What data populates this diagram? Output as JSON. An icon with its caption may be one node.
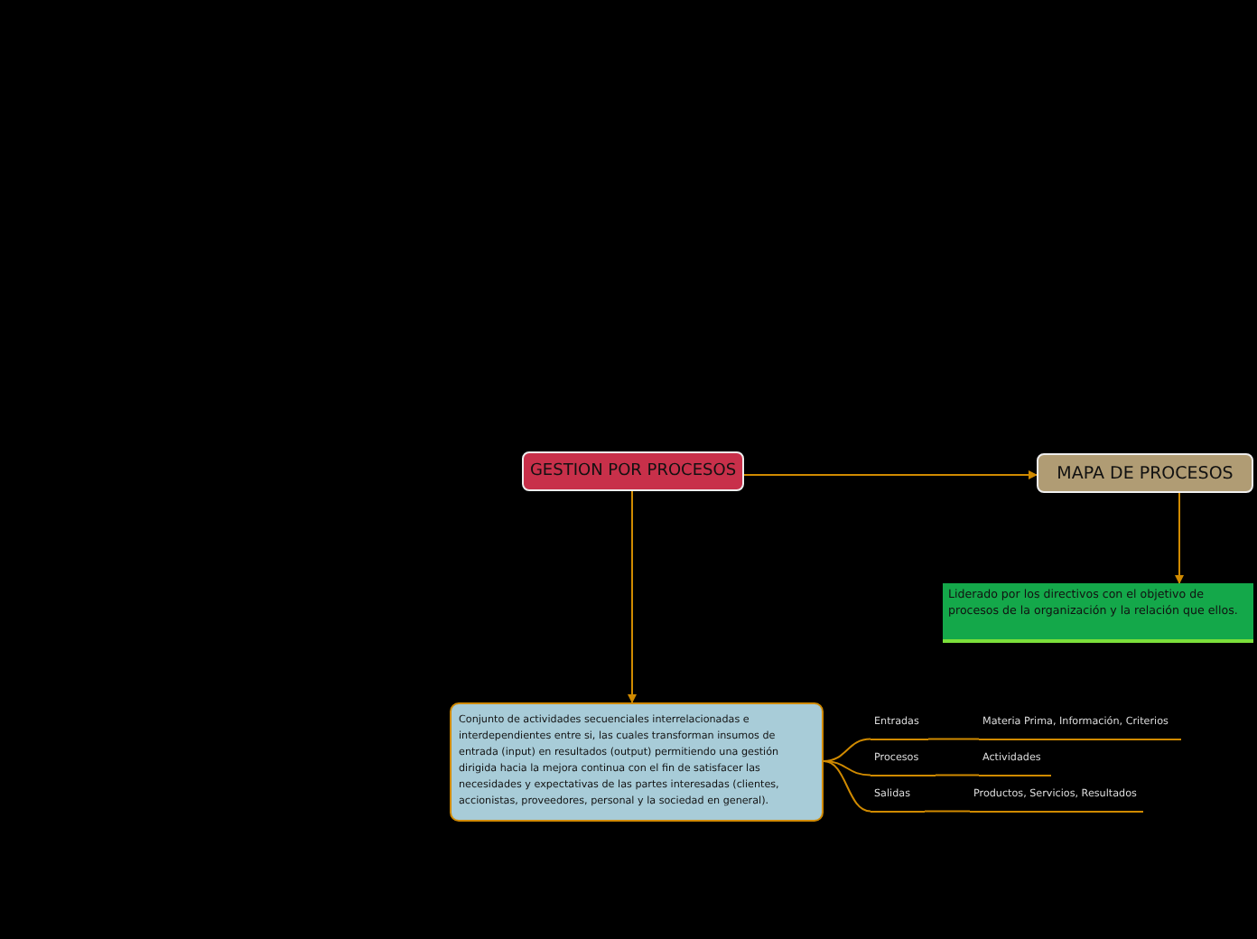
{
  "diagram": {
    "nodes": [
      {
        "text": [
          "GESTION POR PROCESOS"
        ]
      },
      {
        "text": [
          "MAPA DE PROCESOS"
        ]
      },
      {
        "text": [
          "Liderado por los directivos con el objetivo de procesos de la organización y la relación que ellos."
        ]
      },
      {
        "text": [
          "Conjunto de actividades secuenciales interrelacionadas e interdependientes entre si, las cuales transforman insumos de entrada (input) en resultados (output) permitiendo una gestión dirigida hacia la mejora continua con el fin de satisfacer las necesidades y expectativas de las partes interesadas (clientes, accionistas, proveedores, personal y la sociedad en general)."
        ]
      },
      {
        "text": [
          "Entradas"
        ]
      },
      {
        "text": [
          "Materia Prima, Información, Criterios"
        ]
      },
      {
        "text": [
          "Procesos"
        ]
      },
      {
        "text": [
          "Actividades"
        ]
      },
      {
        "text": [
          "Salidas"
        ]
      },
      {
        "text": [
          "Productos, Servicios, Resultados"
        ]
      }
    ],
    "edges": [
      {
        "from": 0,
        "to": 1,
        "arrow": "to"
      },
      {
        "from": 1,
        "to": 2,
        "arrow": "to"
      },
      {
        "from": 0,
        "to": 3,
        "arrow": "to"
      },
      {
        "from": 3,
        "to": 4,
        "arrow": "none"
      },
      {
        "from": 4,
        "to": 5,
        "arrow": "none"
      },
      {
        "from": 3,
        "to": 6,
        "arrow": "none"
      },
      {
        "from": 6,
        "to": 7,
        "arrow": "none"
      },
      {
        "from": 3,
        "to": 8,
        "arrow": "none"
      },
      {
        "from": 8,
        "to": 9,
        "arrow": "none"
      }
    ]
  }
}
